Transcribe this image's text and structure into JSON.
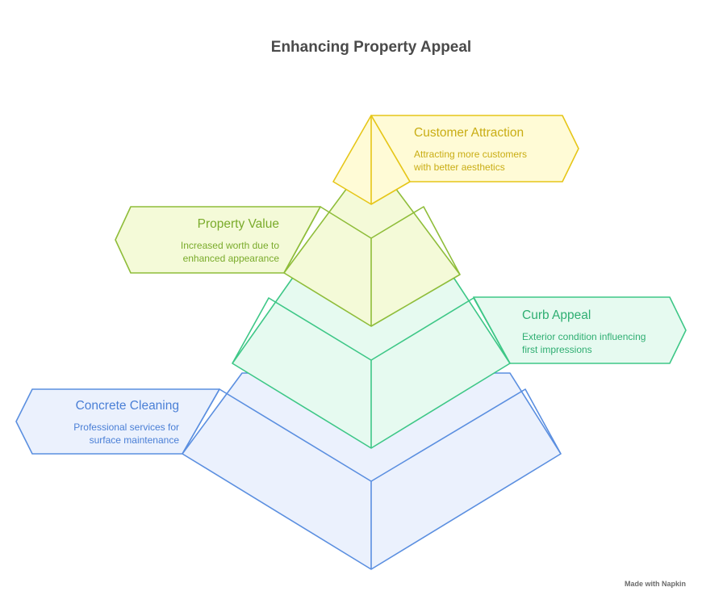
{
  "title": "Enhancing Property Appeal",
  "levels": [
    {
      "title": "Customer Attraction",
      "desc_line1": "Attracting more customers",
      "desc_line2": "with better aesthetics",
      "stroke": "#e6c619",
      "fill": "#fffbd6",
      "text": "#c9ad14"
    },
    {
      "title": "Property Value",
      "desc_line1": "Increased worth due to",
      "desc_line2": "enhanced appearance",
      "stroke": "#8fbd3a",
      "fill": "#f4fad8",
      "text": "#7aab2b"
    },
    {
      "title": "Curb Appeal",
      "desc_line1": "Exterior condition influencing",
      "desc_line2": "first impressions",
      "stroke": "#3ec787",
      "fill": "#e6faf0",
      "text": "#2fae72"
    },
    {
      "title": "Concrete Cleaning",
      "desc_line1": "Professional services for",
      "desc_line2": "surface maintenance",
      "stroke": "#5b8fe0",
      "fill": "#ebf1fd",
      "text": "#4a7fd6"
    }
  ],
  "credit": "Made with Napkin"
}
